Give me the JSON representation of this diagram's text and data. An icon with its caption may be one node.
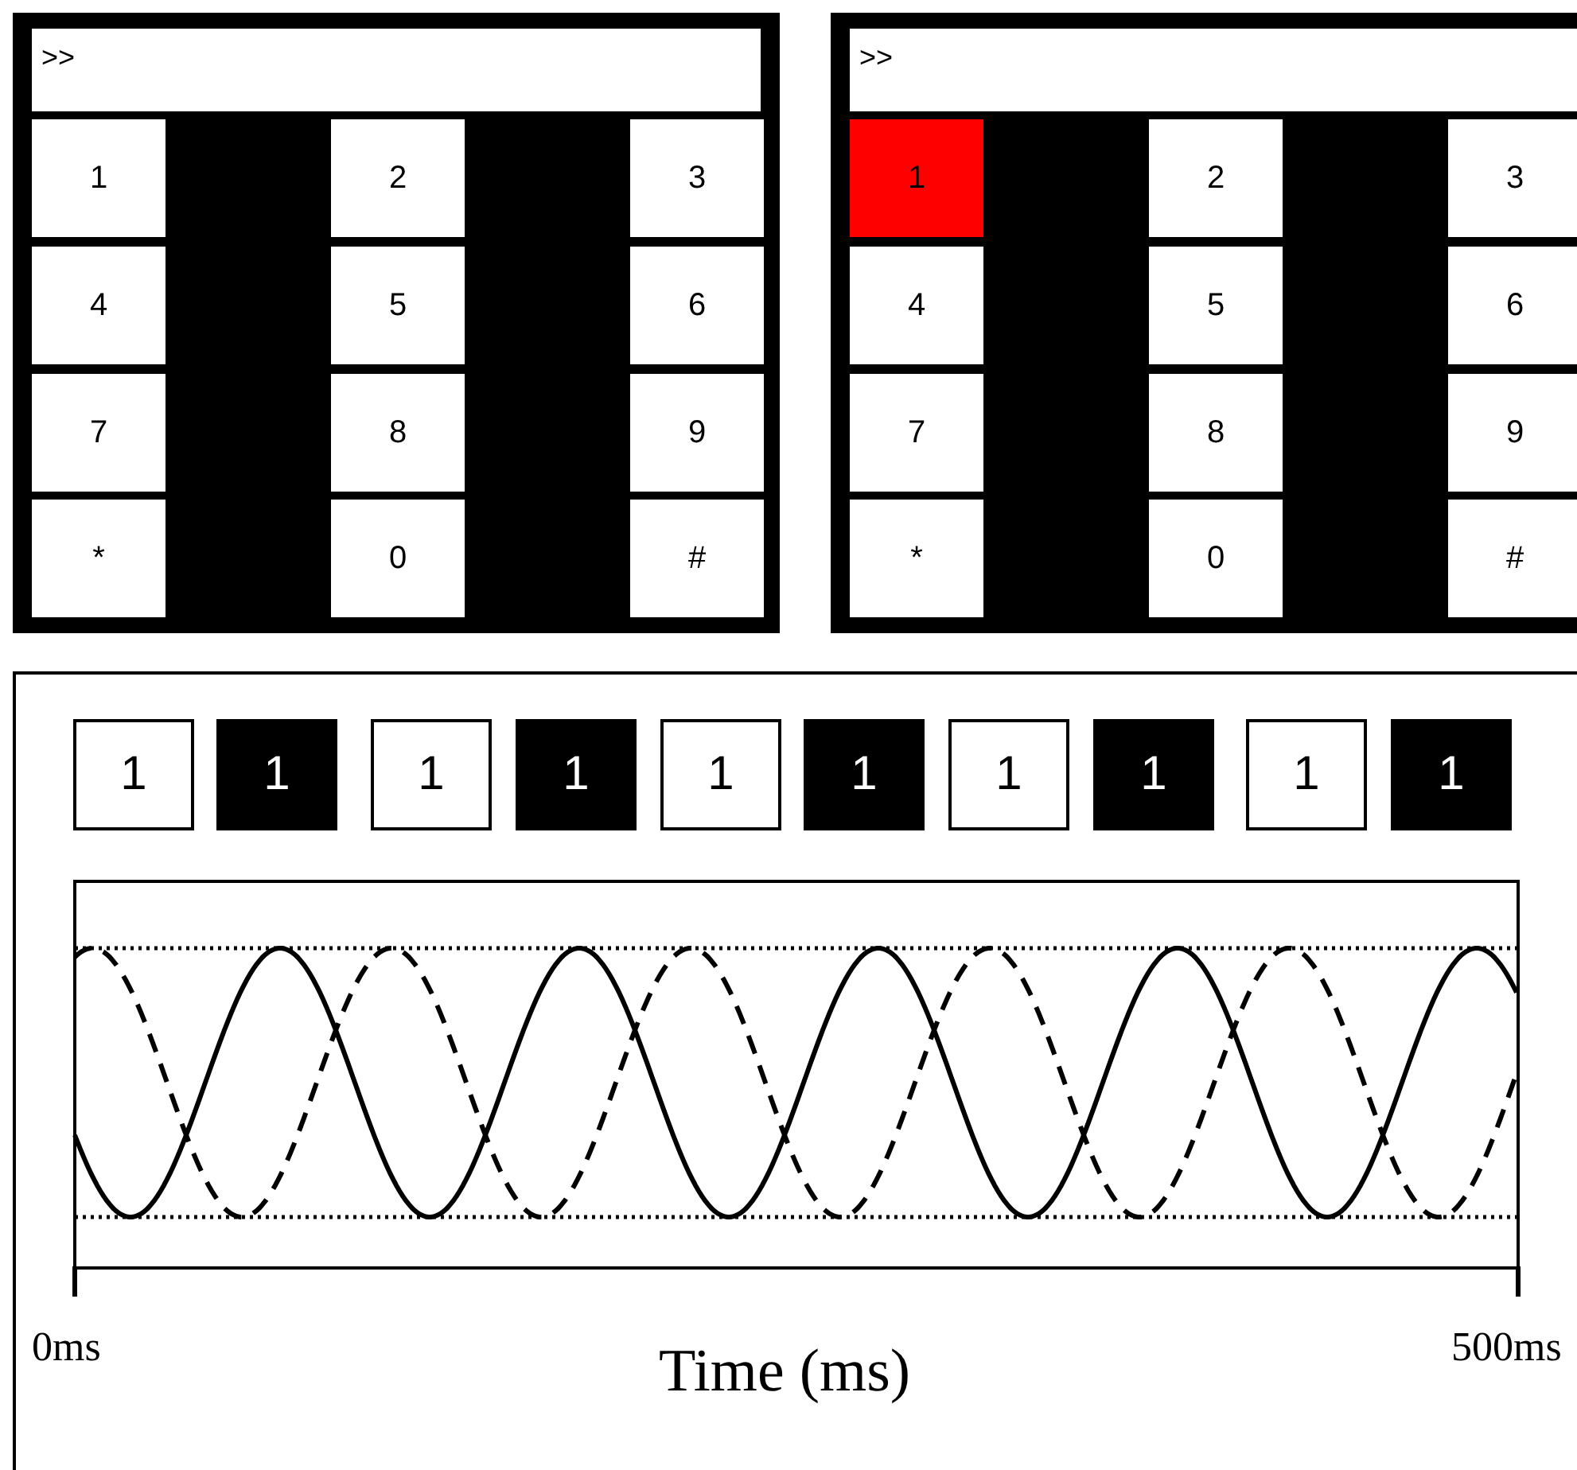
{
  "diagram": {
    "labels": [
      ">>",
      "1",
      "2",
      "3",
      "4",
      "5",
      "6",
      "7",
      "8",
      "9",
      "*",
      "0",
      "#",
      ">>",
      "1",
      "2",
      "3",
      "4",
      "5",
      "6",
      "7",
      "8",
      "9",
      "*",
      "0",
      "#",
      "1",
      "1",
      "1",
      "1",
      "1",
      "1",
      "1",
      "1",
      "1",
      "1",
      "0ms",
      "Time (ms)",
      "500ms"
    ]
  }
}
